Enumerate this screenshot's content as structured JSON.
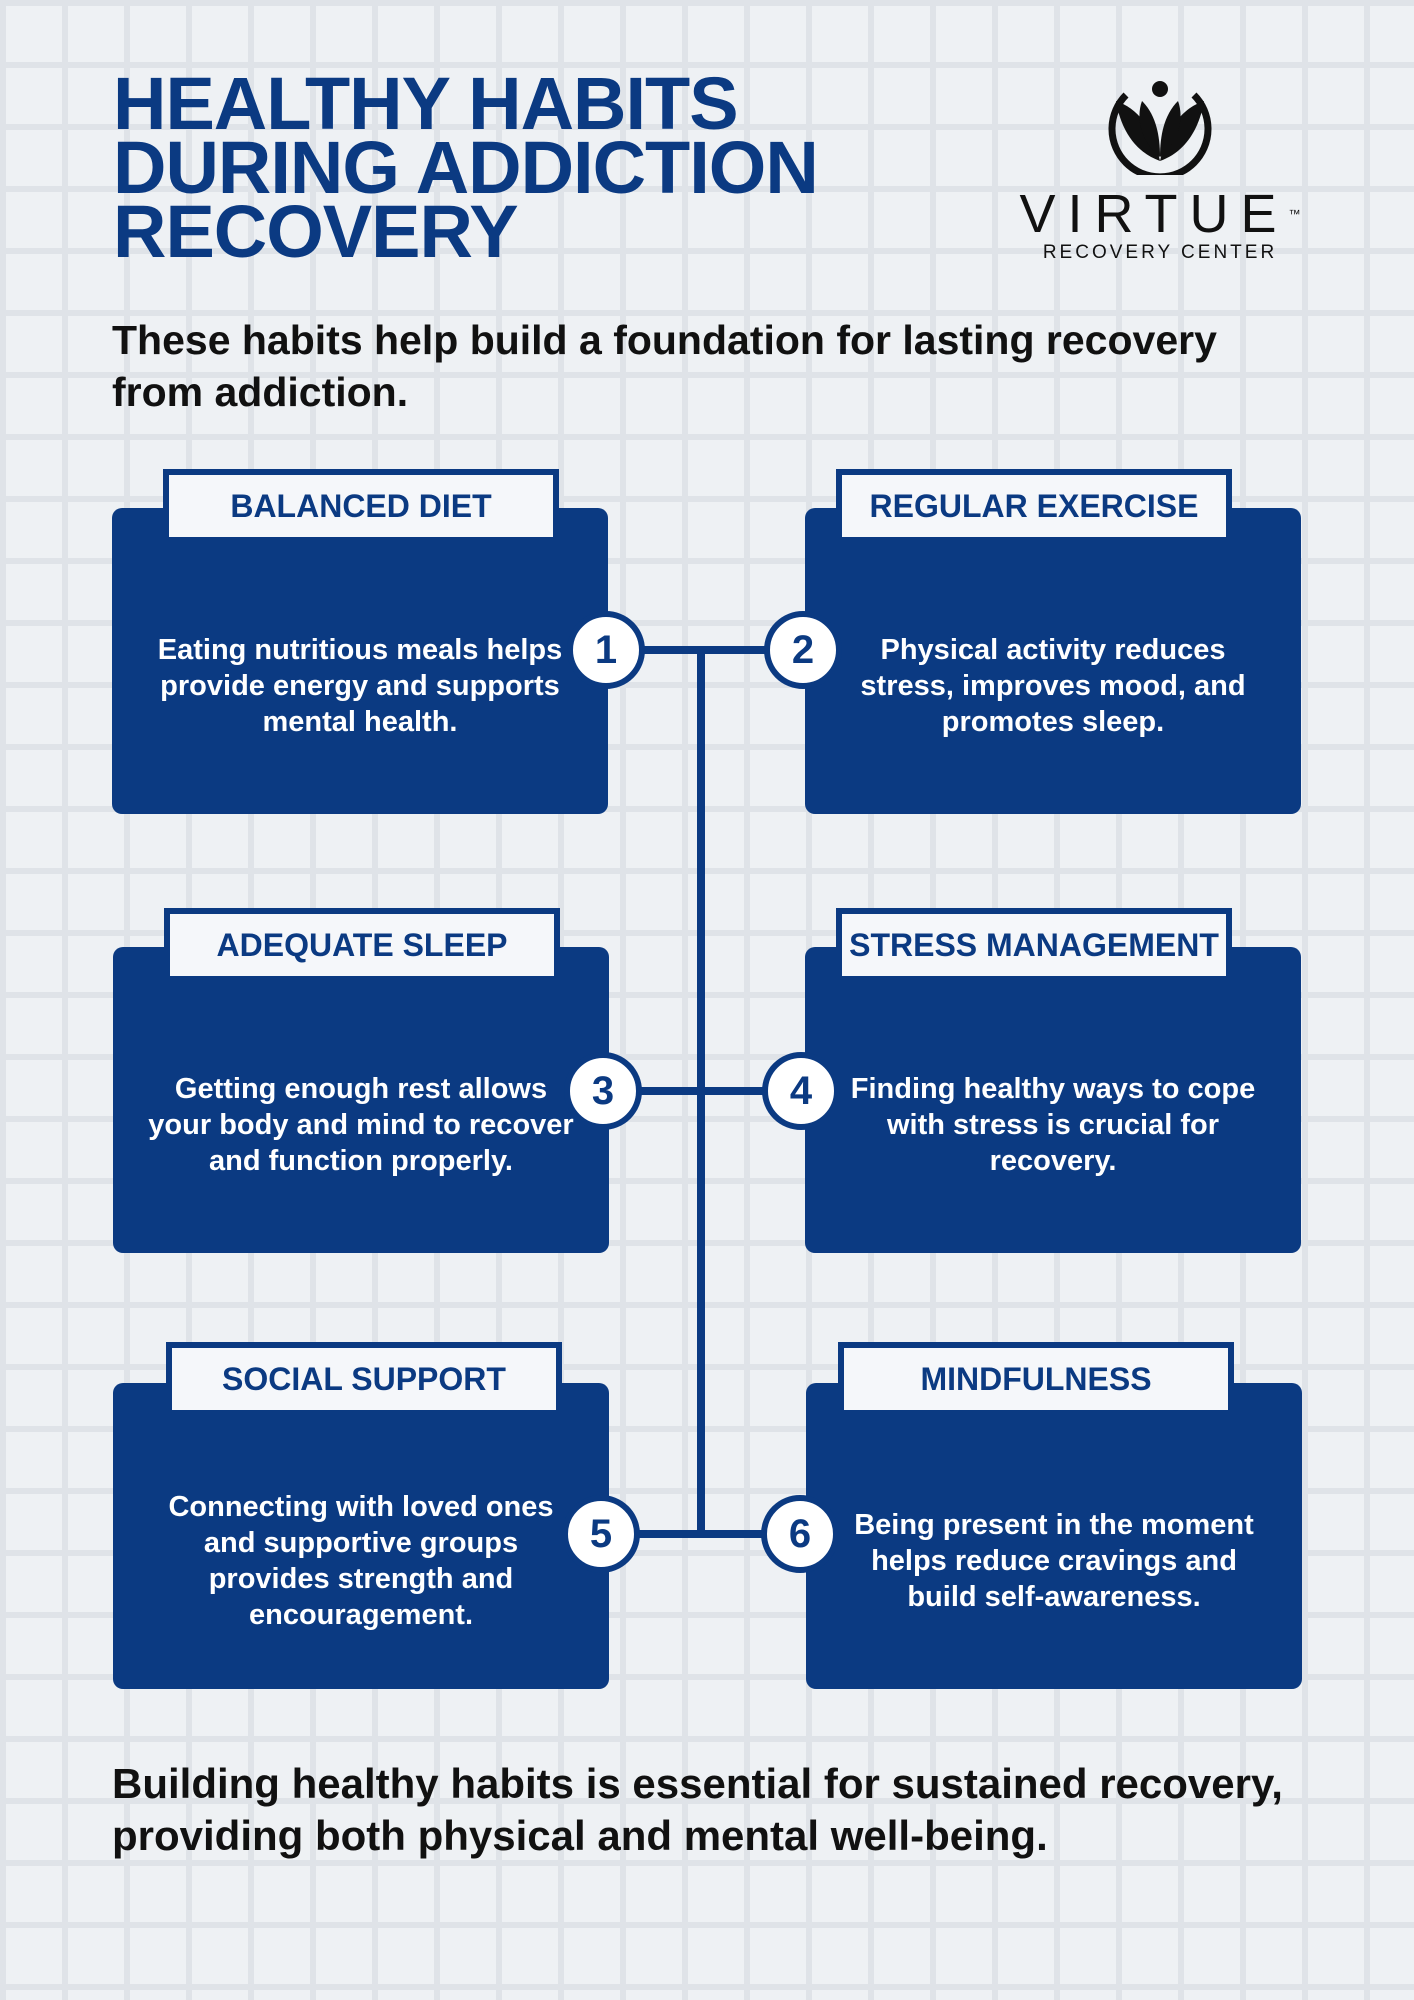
{
  "header": {
    "title_lines": [
      "HEALTHY HABITS",
      "DURING ADDICTION",
      "RECOVERY"
    ],
    "subtitle": "These habits help build a foundation for lasting recovery from addiction."
  },
  "logo": {
    "name": "VIRTUE",
    "tm": "™",
    "tagline": "RECOVERY CENTER",
    "icon": "lotus-person-icon"
  },
  "habits": [
    {
      "number": "1",
      "title": "BALANCED DIET",
      "text": "Eating nutritious meals helps provide energy and supports mental health."
    },
    {
      "number": "2",
      "title": "REGULAR EXERCISE",
      "text": "Physical activity reduces stress, improves mood, and promotes sleep."
    },
    {
      "number": "3",
      "title": "ADEQUATE SLEEP",
      "text": "Getting enough rest allows your body and mind to recover and function properly."
    },
    {
      "number": "4",
      "title": "STRESS MANAGEMENT",
      "text": "Finding healthy ways to cope with stress is crucial for recovery."
    },
    {
      "number": "5",
      "title": "SOCIAL SUPPORT",
      "text": "Connecting with loved ones and supportive groups provides strength and encouragement."
    },
    {
      "number": "6",
      "title": "MINDFULNESS",
      "text": "Being present in the moment helps reduce cravings and build self-awareness."
    }
  ],
  "footer": {
    "text": "Building healthy habits is essential for sustained recovery, providing both physical and mental well-being."
  },
  "colors": {
    "primary": "#0b3a82",
    "background": "#eef1f4",
    "text": "#111111"
  }
}
